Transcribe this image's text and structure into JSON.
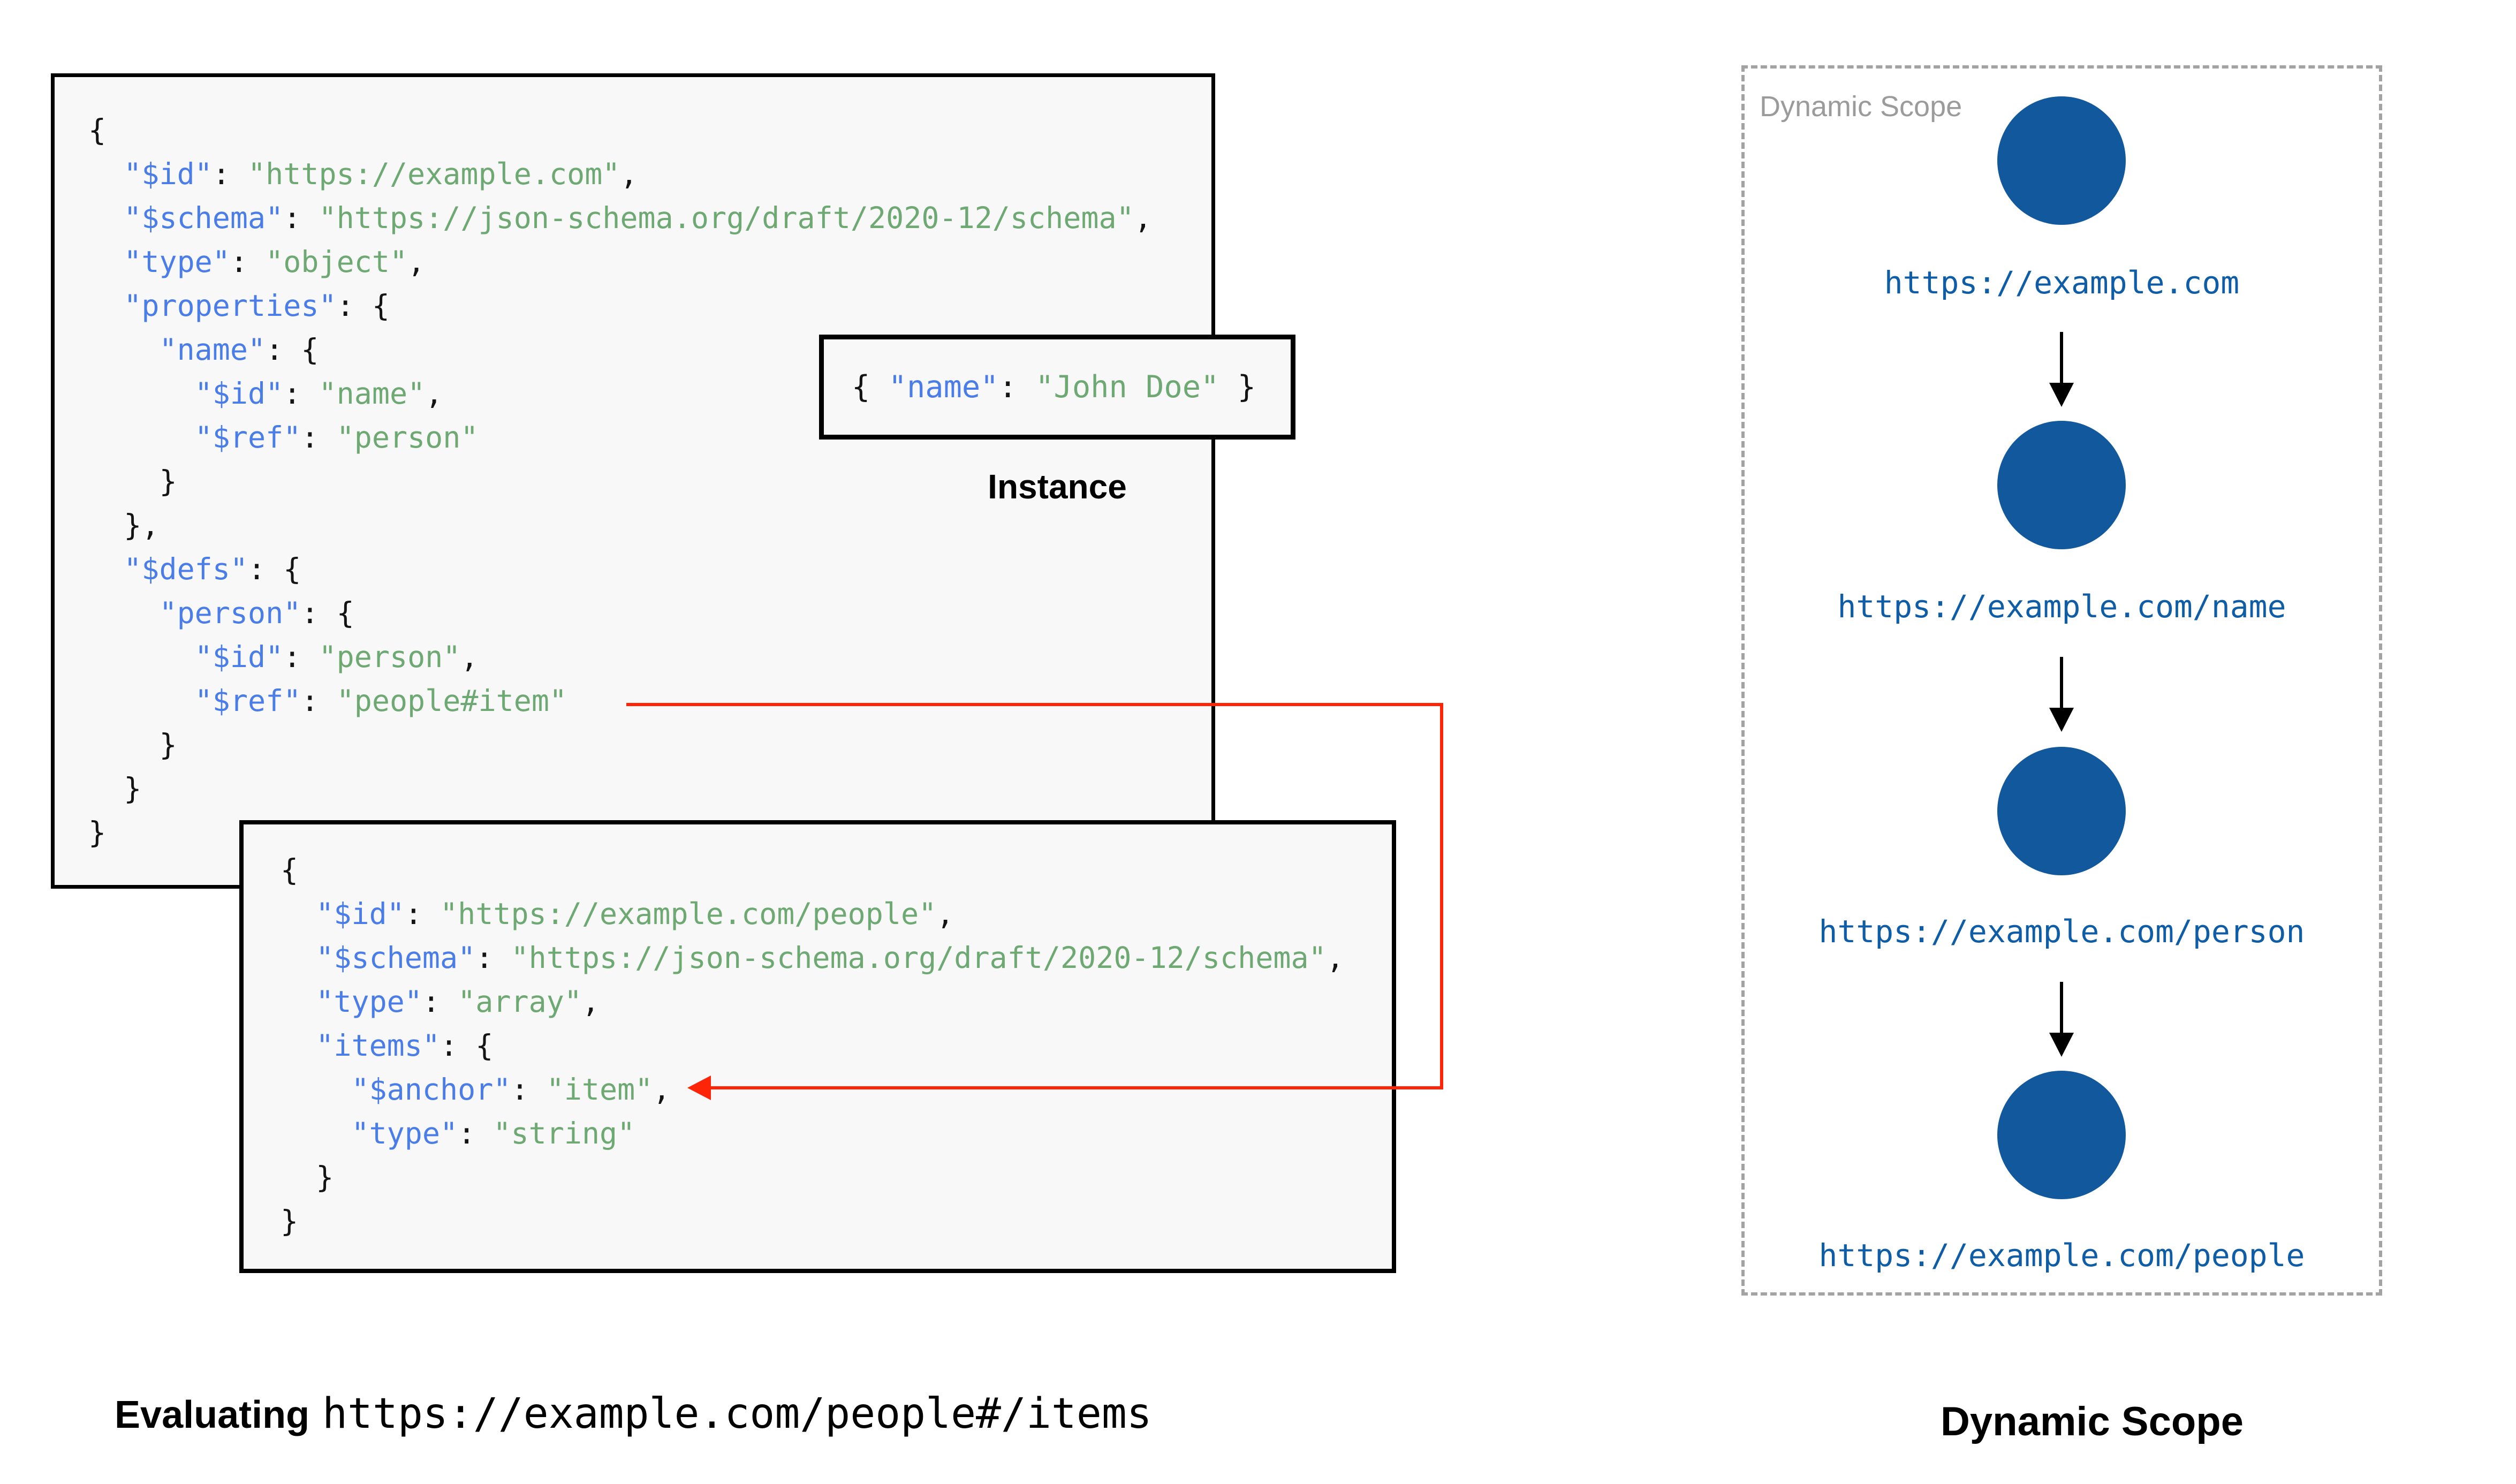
{
  "palette": {
    "box_bg": "#f8f8f8",
    "key_blue": "#4a7de8",
    "string_green": "#6ea973",
    "punct_black": "#141414",
    "circle_blue": "#12589d",
    "url_blue": "#0f5da6",
    "red": "#fc2508",
    "scope_label_gray": "#9b9b9b",
    "dash_gray": "#a3a3a3"
  },
  "schema1": {
    "lines": [
      [
        [
          "p",
          "{"
        ]
      ],
      [
        [
          "p",
          "  "
        ],
        [
          "k",
          "\"$id\""
        ],
        [
          "p",
          ": "
        ],
        [
          "s",
          "\"https://example.com\""
        ],
        [
          "p",
          ","
        ]
      ],
      [
        [
          "p",
          "  "
        ],
        [
          "k",
          "\"$schema\""
        ],
        [
          "p",
          ": "
        ],
        [
          "s",
          "\"https://json-schema.org/draft/2020-12/schema\""
        ],
        [
          "p",
          ","
        ]
      ],
      [
        [
          "p",
          "  "
        ],
        [
          "k",
          "\"type\""
        ],
        [
          "p",
          ": "
        ],
        [
          "s",
          "\"object\""
        ],
        [
          "p",
          ","
        ]
      ],
      [
        [
          "p",
          "  "
        ],
        [
          "k",
          "\"properties\""
        ],
        [
          "p",
          ": {"
        ]
      ],
      [
        [
          "p",
          "    "
        ],
        [
          "k",
          "\"name\""
        ],
        [
          "p",
          ": {"
        ]
      ],
      [
        [
          "p",
          "      "
        ],
        [
          "k",
          "\"$id\""
        ],
        [
          "p",
          ": "
        ],
        [
          "s",
          "\"name\""
        ],
        [
          "p",
          ","
        ]
      ],
      [
        [
          "p",
          "      "
        ],
        [
          "k",
          "\"$ref\""
        ],
        [
          "p",
          ": "
        ],
        [
          "s",
          "\"person\""
        ]
      ],
      [
        [
          "p",
          "    }"
        ]
      ],
      [
        [
          "p",
          "  },"
        ]
      ],
      [
        [
          "p",
          "  "
        ],
        [
          "k",
          "\"$defs\""
        ],
        [
          "p",
          ": {"
        ]
      ],
      [
        [
          "p",
          "    "
        ],
        [
          "k",
          "\"person\""
        ],
        [
          "p",
          ": {"
        ]
      ],
      [
        [
          "p",
          "      "
        ],
        [
          "k",
          "\"$id\""
        ],
        [
          "p",
          ": "
        ],
        [
          "s",
          "\"person\""
        ],
        [
          "p",
          ","
        ]
      ],
      [
        [
          "p",
          "      "
        ],
        [
          "k",
          "\"$ref\""
        ],
        [
          "p",
          ": "
        ],
        [
          "s",
          "\"people#item\""
        ]
      ],
      [
        [
          "p",
          "    }"
        ]
      ],
      [
        [
          "p",
          "  }"
        ]
      ],
      [
        [
          "p",
          "}"
        ]
      ]
    ]
  },
  "instance": {
    "lines": [
      [
        [
          "p",
          "{ "
        ],
        [
          "k",
          "\"name\""
        ],
        [
          "p",
          ": "
        ],
        [
          "s",
          "\"John Doe\""
        ],
        [
          "p",
          " }"
        ]
      ]
    ],
    "label": "Instance"
  },
  "schema2": {
    "lines": [
      [
        [
          "p",
          "{"
        ]
      ],
      [
        [
          "p",
          "  "
        ],
        [
          "k",
          "\"$id\""
        ],
        [
          "p",
          ": "
        ],
        [
          "s",
          "\"https://example.com/people\""
        ],
        [
          "p",
          ","
        ]
      ],
      [
        [
          "p",
          "  "
        ],
        [
          "k",
          "\"$schema\""
        ],
        [
          "p",
          ": "
        ],
        [
          "s",
          "\"https://json-schema.org/draft/2020-12/schema\""
        ],
        [
          "p",
          ","
        ]
      ],
      [
        [
          "p",
          "  "
        ],
        [
          "k",
          "\"type\""
        ],
        [
          "p",
          ": "
        ],
        [
          "s",
          "\"array\""
        ],
        [
          "p",
          ","
        ]
      ],
      [
        [
          "p",
          "  "
        ],
        [
          "k",
          "\"items\""
        ],
        [
          "p",
          ": {"
        ]
      ],
      [
        [
          "p",
          "    "
        ],
        [
          "k",
          "\"$anchor\""
        ],
        [
          "p",
          ": "
        ],
        [
          "s",
          "\"item\""
        ],
        [
          "p",
          ","
        ]
      ],
      [
        [
          "p",
          "    "
        ],
        [
          "k",
          "\"type\""
        ],
        [
          "p",
          ": "
        ],
        [
          "s",
          "\"string\""
        ]
      ],
      [
        [
          "p",
          "  }"
        ]
      ],
      [
        [
          "p",
          "}"
        ]
      ]
    ]
  },
  "scope_panel": {
    "label": "Dynamic Scope",
    "nodes": [
      {
        "url": "https://example.com"
      },
      {
        "url": "https://example.com/name"
      },
      {
        "url": "https://example.com/person"
      },
      {
        "url": "https://example.com/people"
      }
    ]
  },
  "captions": {
    "evaluating_prefix": "Evaluating",
    "evaluating_url": "https://example.com/people#/items",
    "scope_title": "Dynamic Scope"
  }
}
